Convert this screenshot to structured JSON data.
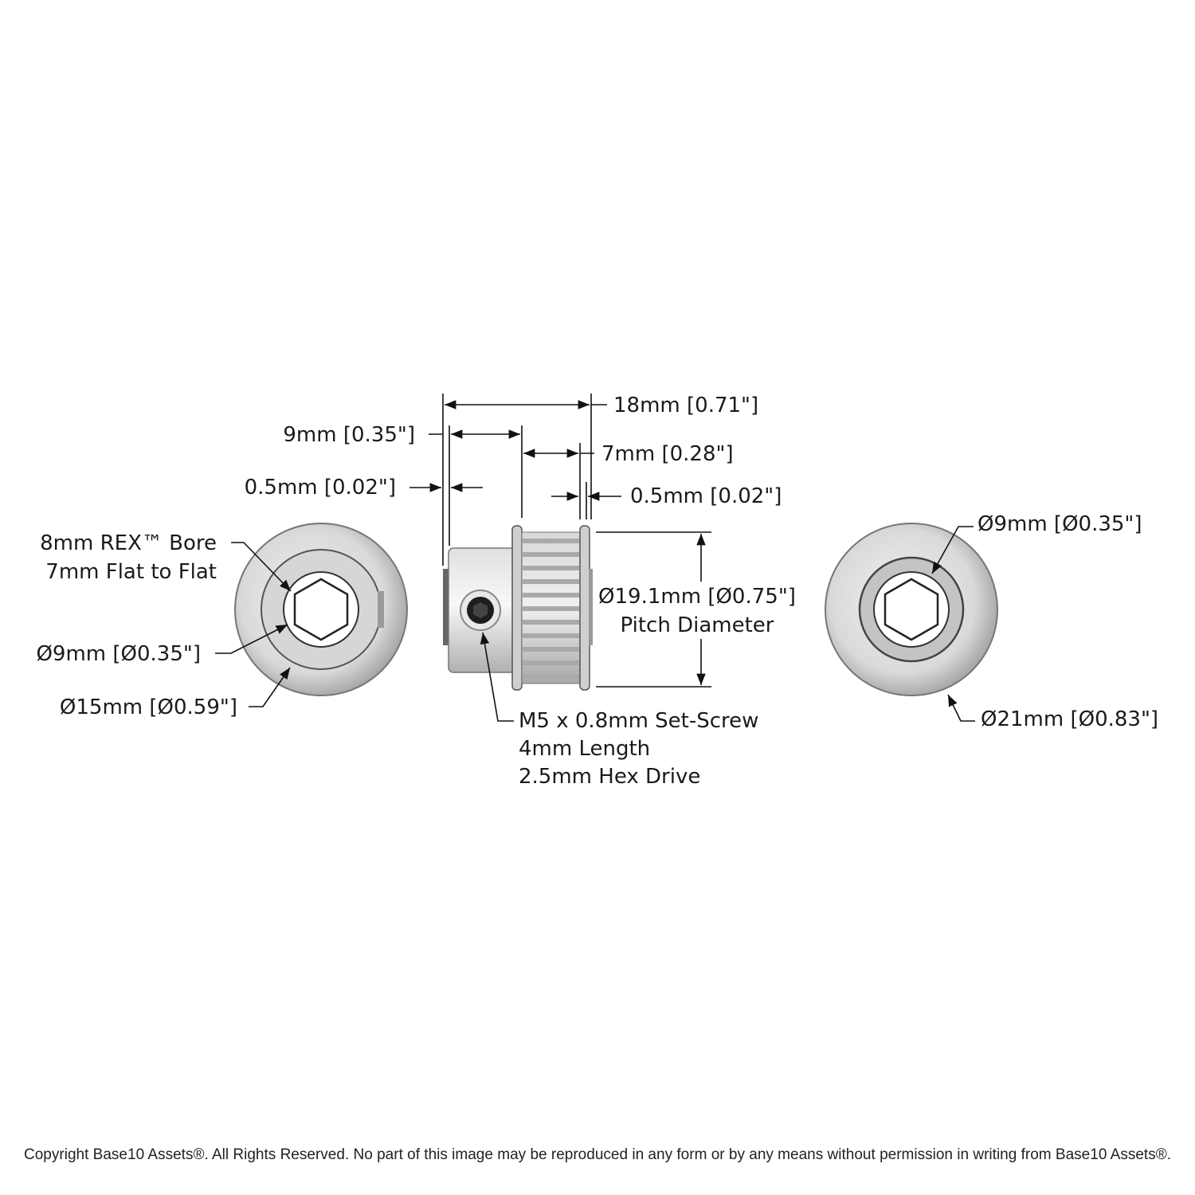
{
  "dimensions": {
    "overall_length": "18mm [0.71\"]",
    "hub_length": "9mm [0.35\"]",
    "belt_width": "7mm [0.28\"]",
    "flange_left": "0.5mm [0.02\"]",
    "flange_right": "0.5mm [0.02\"]",
    "pitch_diameter_value": "Ø19.1mm [Ø0.75\"]",
    "pitch_diameter_label": "Pitch Diameter"
  },
  "left_view": {
    "bore_line1": "8mm REX™ Bore",
    "bore_line2": "7mm Flat to Flat",
    "inner_diameter": "Ø9mm [Ø0.35\"]",
    "hub_diameter": "Ø15mm [Ø0.59\"]"
  },
  "set_screw": {
    "line1": "M5 x 0.8mm Set-Screw",
    "line2": "4mm Length",
    "line3": "2.5mm Hex Drive"
  },
  "right_view": {
    "inner_diameter": "Ø9mm [Ø0.35\"]",
    "outer_diameter": "Ø21mm [Ø0.83\"]"
  },
  "footer": {
    "copyright": "Copyright Base10 Assets®.  All Rights Reserved. No part of this image may be reproduced in any form or by any means without permission in writing from Base10 Assets®."
  },
  "colors": {
    "background": "#ffffff",
    "metal_light": "#e6e6e6",
    "metal_mid": "#c8c8c8",
    "metal_dark": "#8a8a8a",
    "ink": "#1a1a1a"
  }
}
